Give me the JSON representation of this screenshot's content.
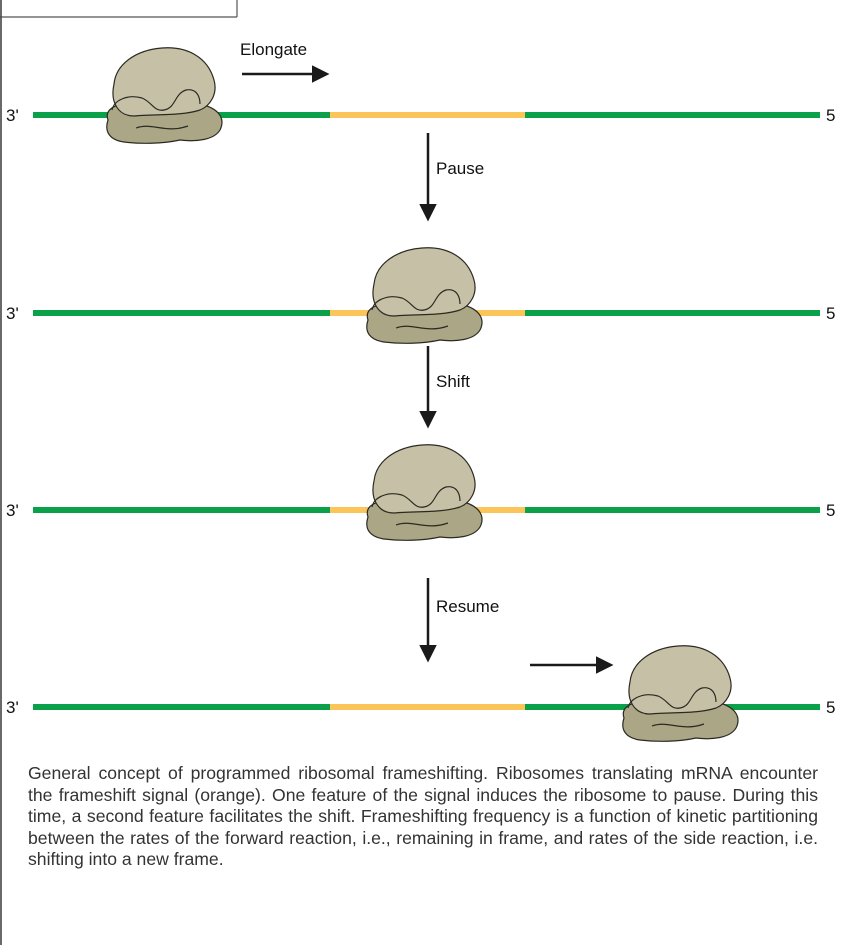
{
  "labels": {
    "elongate": "Elongate",
    "pause": "Pause",
    "shift": "Shift",
    "resume": "Resume",
    "three_prime": "3'",
    "five_prime": "5"
  },
  "colors": {
    "mrna": "#0aa14a",
    "signal": "#fcc55a",
    "ribosome_fill": "#c6c0a6",
    "ribosome_shadow": "#aba685",
    "ribosome_outline": "#2b2a22",
    "arrow": "#1a1a1a"
  },
  "caption": "General concept of programmed ribosomal frameshifting. Ribosomes translating mRNA encounter the frameshift signal (orange). One feature of the signal induces the ribosome to pause. During this time, a second feature facilitates the shift. Frameshifting frequency is a function of kinetic partitioning between the rates of the forward reaction, i.e., remaining in frame, and rates of the side reaction, i.e. shifting into a new frame."
}
